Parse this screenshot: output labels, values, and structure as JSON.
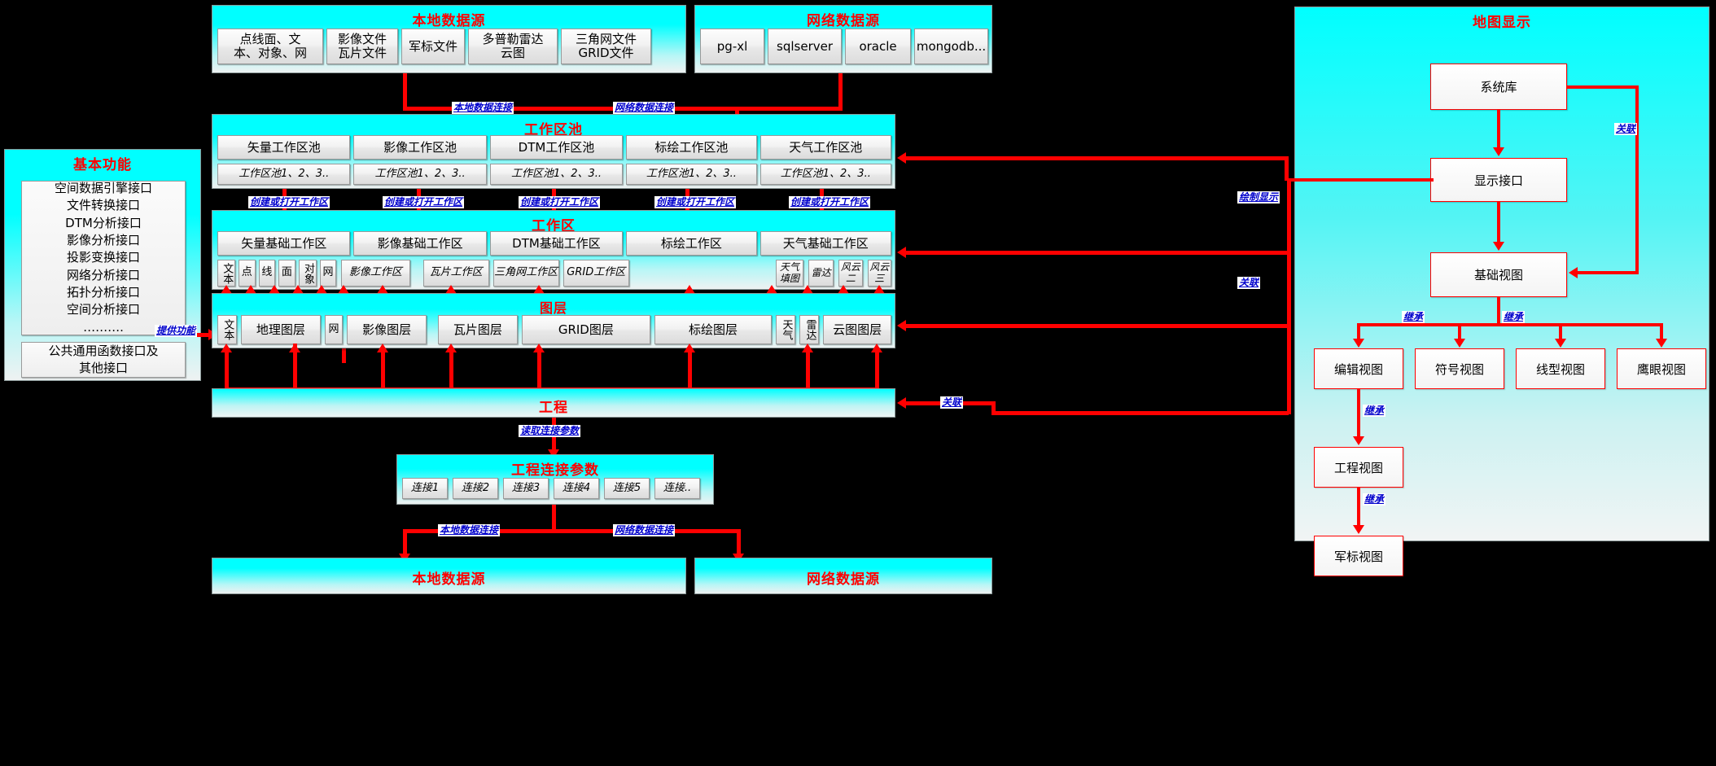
{
  "colors": {
    "accent": "#ff0000",
    "panel": "#00ffff",
    "label": "#0000cc",
    "background": "#000000"
  },
  "local_source_top": {
    "title": "本地数据源",
    "items": [
      "点线面、文\n本、对象、网",
      "影像文件\n瓦片文件",
      "军标文件",
      "多普勒雷达\n云图",
      "三角网文件\nGRID文件"
    ]
  },
  "net_source_top": {
    "title": "网络数据源",
    "items": [
      "pg-xl",
      "sqlserver",
      "oracle",
      "mongodb..."
    ]
  },
  "basic_functions": {
    "title": "基本功能",
    "interfaces": [
      "空间数据引擎接口",
      "文件转换接口",
      "DTM分析接口",
      "影像分析接口",
      "投影变换接口",
      "网络分析接口",
      "拓扑分析接口",
      "空间分析接口",
      "………."
    ],
    "common": "公共通用函数接口及\n其他接口"
  },
  "workspace_pool": {
    "title": "工作区池",
    "columns": [
      "矢量工作区池",
      "影像工作区池",
      "DTM工作区池",
      "标绘工作区池",
      "天气工作区池"
    ],
    "instances": [
      "工作区池1、2、3..",
      "工作区池1、2、3..",
      "工作区池1、2、3..",
      "工作区池1、2、3..",
      "工作区池1、2、3.."
    ]
  },
  "workspace": {
    "title": "工作区",
    "columns": [
      "矢量基础工作区",
      "影像基础工作区",
      "DTM基础工作区",
      "标绘工作区",
      "天气基础工作区"
    ],
    "vector_subs": [
      "文本",
      "点",
      "线",
      "面",
      "对象",
      "网"
    ],
    "image_subs": [
      "影像工作区"
    ],
    "dtm_subs": [
      "瓦片工作区",
      "三角网工作区",
      "GRID工作区"
    ],
    "weather_subs": [
      "天气\n填图",
      "雷达",
      "风云\n二",
      "风云\n三"
    ]
  },
  "layers": {
    "title": "图层",
    "items": [
      "文本",
      "地理图层",
      "网",
      "影像图层",
      "瓦片图层",
      "GRID图层",
      "标绘图层",
      "天气",
      "雷达",
      "云图图层"
    ]
  },
  "project": {
    "title": "工程"
  },
  "project_params": {
    "title": "工程连接参数",
    "items": [
      "连接1",
      "连接2",
      "连接3",
      "连接4",
      "连接5",
      "连接.."
    ]
  },
  "local_source_bottom": {
    "title": "本地数据源"
  },
  "net_source_bottom": {
    "title": "网络数据源"
  },
  "map_display": {
    "title": "地图显示",
    "system_lib": "系统库",
    "display_interface": "显示接口",
    "base_view": "基础视图",
    "views": [
      "编辑视图",
      "符号视图",
      "线型视图",
      "鹰眼视图"
    ],
    "project_view": "工程视图",
    "military_view": "军标视图"
  },
  "edge_labels": {
    "local_data_conn": "本地数据连接",
    "net_data_conn": "网络数据连接",
    "create_or_open_ws": "创建或打开工作区",
    "provide_func": "提供功能",
    "draw_display": "绘制显示",
    "relate": "关联",
    "inherit": "继承",
    "read_conn_params": "读取连接参数"
  }
}
